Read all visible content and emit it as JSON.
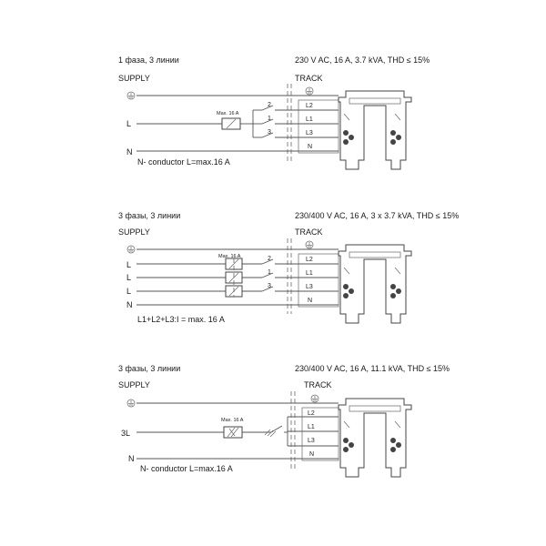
{
  "diagrams": [
    {
      "title": "1 фаза, 3 линии",
      "spec": "230 V AC, 16 A, 3.7 kVA, THD ≤ 15%",
      "supply_label": "SUPPLY",
      "track_label": "TRACK",
      "side_labels": [
        "",
        "L",
        "N"
      ],
      "breaker_label": "Max. 16 A",
      "switch_numbers": [
        "2",
        "1",
        "3"
      ],
      "track_conductors": [
        "L2",
        "L1",
        "L3",
        "N"
      ],
      "note": "N- conductor  L=max.16 A"
    },
    {
      "title": "3 фазы, 3 линии",
      "spec": "230/400 V AC, 16 A, 3 x 3.7 kVA, THD ≤ 15%",
      "supply_label": "SUPPLY",
      "track_label": "TRACK",
      "side_labels": [
        "",
        "L",
        "L",
        "L",
        "N"
      ],
      "breaker_label": "Max. 16 A",
      "switch_numbers": [
        "2",
        "1",
        "3"
      ],
      "track_conductors": [
        "L2",
        "L1",
        "L3",
        "N"
      ],
      "note": "L1+L2+L3:I = max. 16 A"
    },
    {
      "title": "3 фазы, 3 линии",
      "spec": "230/400 V AC, 16 A, 11.1 kVA, THD ≤ 15%",
      "supply_label": "SUPPLY",
      "track_label": "TRACK",
      "side_labels": [
        "",
        "3L",
        "N"
      ],
      "breaker_label": "Max. 16 A",
      "track_conductors": [
        "L2",
        "L1",
        "L3",
        "N"
      ],
      "note": "N- conductor  L=max.16 A"
    }
  ]
}
